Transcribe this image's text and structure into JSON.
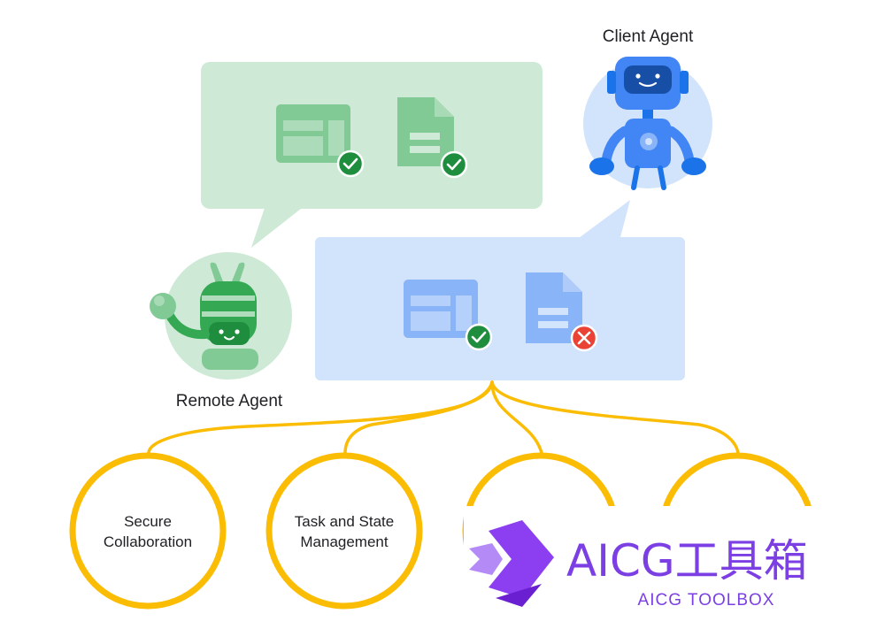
{
  "agents": {
    "client": {
      "label": "Client Agent"
    },
    "remote": {
      "label": "Remote Agent"
    }
  },
  "features": [
    {
      "line1": "Secure",
      "line2": "Collaboration"
    },
    {
      "line1": "Task and State",
      "line2": "Management"
    },
    {
      "line1": "",
      "line2": ""
    },
    {
      "line1": "",
      "line2": ""
    }
  ],
  "artifacts": {
    "remote_bubble": [
      {
        "icon": "layout-icon",
        "status": "check"
      },
      {
        "icon": "document-icon",
        "status": "check"
      }
    ],
    "client_bubble": [
      {
        "icon": "layout-icon",
        "status": "check"
      },
      {
        "icon": "document-icon",
        "status": "error"
      }
    ]
  },
  "watermark": {
    "title": "AICG工具箱",
    "subtitle": "AICG TOOLBOX"
  },
  "colors": {
    "green_bubble": "#ceead6",
    "blue_bubble": "#d2e3fc",
    "green_icon": "#81c995",
    "blue_icon": "#8ab4f8",
    "check": "#1e8e3e",
    "error": "#ea4335",
    "connector": "#fbbc04",
    "watermark": "#7b3fe4"
  }
}
